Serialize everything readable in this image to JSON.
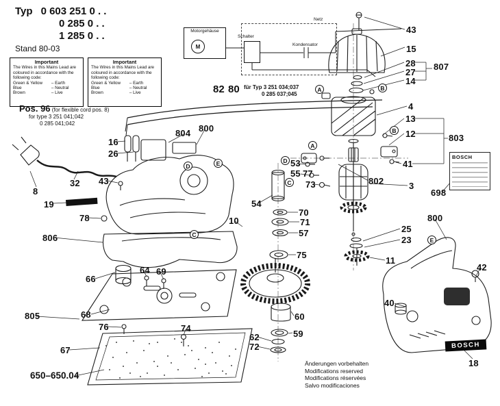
{
  "header": {
    "typ_label": "Typ",
    "typ_line1": "0 603 251 0 . .",
    "typ_line2": "0 285 0 . .",
    "typ_line3": "1 285 0 . .",
    "stand": "Stand 80-03"
  },
  "important": {
    "title": "Important",
    "body": "The Wires in this Mains Lead are coloured in accordance with the following code:",
    "rows": [
      {
        "name": "Green & Yellow",
        "role": "– Earth"
      },
      {
        "name": "Blue",
        "role": "– Neutral"
      },
      {
        "name": "Brown",
        "role": "– Live"
      }
    ]
  },
  "pos96": {
    "title": "Pos. 96",
    "subtitle": "(for flexible cord pos. 8)",
    "line1": "for type 3 251 041;042",
    "line2": "0 285 041;042"
  },
  "schematic": {
    "motor_housing": "Motorgehäuse",
    "motor_letter": "M",
    "switch": "Schalter",
    "capacitor": "Kondensator",
    "mains": "Netz"
  },
  "cable_note": {
    "num_82": "82",
    "num_80": "80",
    "line1": "für Typ 3 251 034;037",
    "line2": "0 285 037;045"
  },
  "brand": {
    "name": "BOSCH"
  },
  "plate_label": "650–650.04",
  "footer": {
    "lines": [
      "Änderungen vorbehalten",
      "Modifications reserved",
      "Modifications réservées",
      "Salvo modificaciones"
    ]
  },
  "callouts": [
    "43",
    "15",
    "28",
    "27",
    "14",
    "807",
    "4",
    "13",
    "12",
    "803",
    "41",
    "802",
    "3",
    "698",
    "800",
    "25",
    "23",
    "11",
    "42",
    "40",
    "18",
    "16",
    "26",
    "804",
    "800",
    "43",
    "8",
    "32",
    "19",
    "78",
    "806",
    "66",
    "68",
    "805",
    "76",
    "67",
    "64",
    "69",
    "74",
    "10",
    "54",
    "53",
    "55",
    "77",
    "73",
    "70",
    "71",
    "57",
    "75",
    "60",
    "59",
    "62",
    "72"
  ],
  "letters": [
    "A",
    "B",
    "A",
    "B",
    "D",
    "C",
    "D",
    "E",
    "C",
    "E"
  ]
}
